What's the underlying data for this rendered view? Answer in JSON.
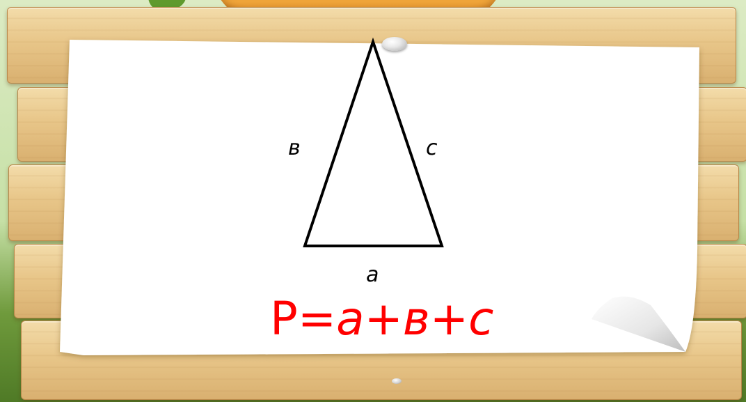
{
  "diagram": {
    "side_labels": {
      "left": "в",
      "right": "с",
      "bottom": "a"
    },
    "formula": {
      "parts": [
        "Р",
        "=",
        "a",
        "+",
        "в",
        "+",
        "с"
      ]
    },
    "colors": {
      "formula": "#ff0000",
      "triangle_stroke": "#000000",
      "paper": "#ffffff",
      "wood": "#e8c689"
    }
  }
}
